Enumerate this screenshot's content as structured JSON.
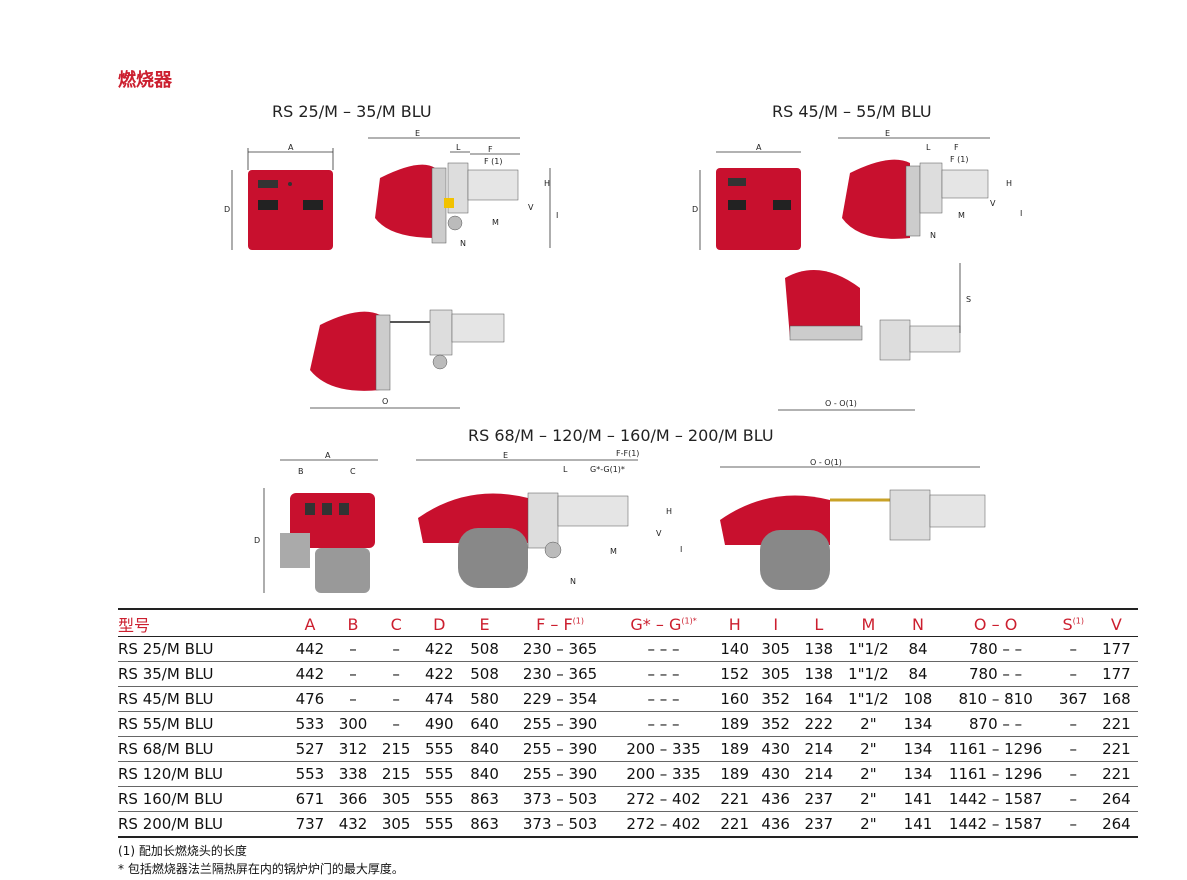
{
  "section_title": "燃烧器",
  "models": {
    "group1": "RS 25/M – 35/M BLU",
    "group2": "RS 45/M – 55/M BLU",
    "group3": "RS 68/M – 120/M – 160/M – 200/M BLU"
  },
  "dim_labels": {
    "A": "A",
    "B": "B",
    "C": "C",
    "D": "D",
    "E": "E",
    "F": "F",
    "F1": "F (1)",
    "FF1": "F-F(1)",
    "GG1": "G*-G(1)*",
    "H": "H",
    "I": "I",
    "L": "L",
    "M": "M",
    "N": "N",
    "O": "O",
    "OO1": "O - O(1)",
    "S": "S",
    "V": "V"
  },
  "table": {
    "headers": [
      "型号",
      "A",
      "B",
      "C",
      "D",
      "E",
      "F – F",
      "G* – G",
      "H",
      "I",
      "L",
      "M",
      "N",
      "O – O",
      "S",
      "V"
    ],
    "header_sups": {
      "6": "(1)",
      "7": "(1)*",
      "14": "(1)"
    },
    "rows": [
      [
        "RS 25/M BLU",
        "442",
        "–",
        "–",
        "422",
        "508",
        "230 – 365",
        "– – –",
        "140",
        "305",
        "138",
        "1\"1/2",
        "84",
        "780 – –",
        "–",
        "177"
      ],
      [
        "RS 35/M BLU",
        "442",
        "–",
        "–",
        "422",
        "508",
        "230 – 365",
        "– – –",
        "152",
        "305",
        "138",
        "1\"1/2",
        "84",
        "780 – –",
        "–",
        "177"
      ],
      [
        "RS 45/M BLU",
        "476",
        "–",
        "–",
        "474",
        "580",
        "229 – 354",
        "– – –",
        "160",
        "352",
        "164",
        "1\"1/2",
        "108",
        "810 – 810",
        "367",
        "168"
      ],
      [
        "RS 55/M BLU",
        "533",
        "300",
        "–",
        "490",
        "640",
        "255 – 390",
        "– – –",
        "189",
        "352",
        "222",
        "2\"",
        "134",
        "870 – –",
        "–",
        "221"
      ],
      [
        "RS 68/M BLU",
        "527",
        "312",
        "215",
        "555",
        "840",
        "255 – 390",
        "200 – 335",
        "189",
        "430",
        "214",
        "2\"",
        "134",
        "1161 – 1296",
        "–",
        "221"
      ],
      [
        "RS 120/M BLU",
        "553",
        "338",
        "215",
        "555",
        "840",
        "255 – 390",
        "200 – 335",
        "189",
        "430",
        "214",
        "2\"",
        "134",
        "1161 – 1296",
        "–",
        "221"
      ],
      [
        "RS 160/M BLU",
        "671",
        "366",
        "305",
        "555",
        "863",
        "373 – 503",
        "272 – 402",
        "221",
        "436",
        "237",
        "2\"",
        "141",
        "1442 – 1587",
        "–",
        "264"
      ],
      [
        "RS 200/M BLU",
        "737",
        "432",
        "305",
        "555",
        "863",
        "373 – 503",
        "272 – 402",
        "221",
        "436",
        "237",
        "2\"",
        "141",
        "1442 – 1587",
        "–",
        "264"
      ]
    ]
  },
  "notes": {
    "note1": "(1) 配加长燃烧头的长度",
    "note2": "* 包括燃烧器法兰隔热屏在内的锅炉炉门的最大厚度。"
  },
  "colors": {
    "accent": "#cc1f2f",
    "burner_red": "#c8102e"
  }
}
